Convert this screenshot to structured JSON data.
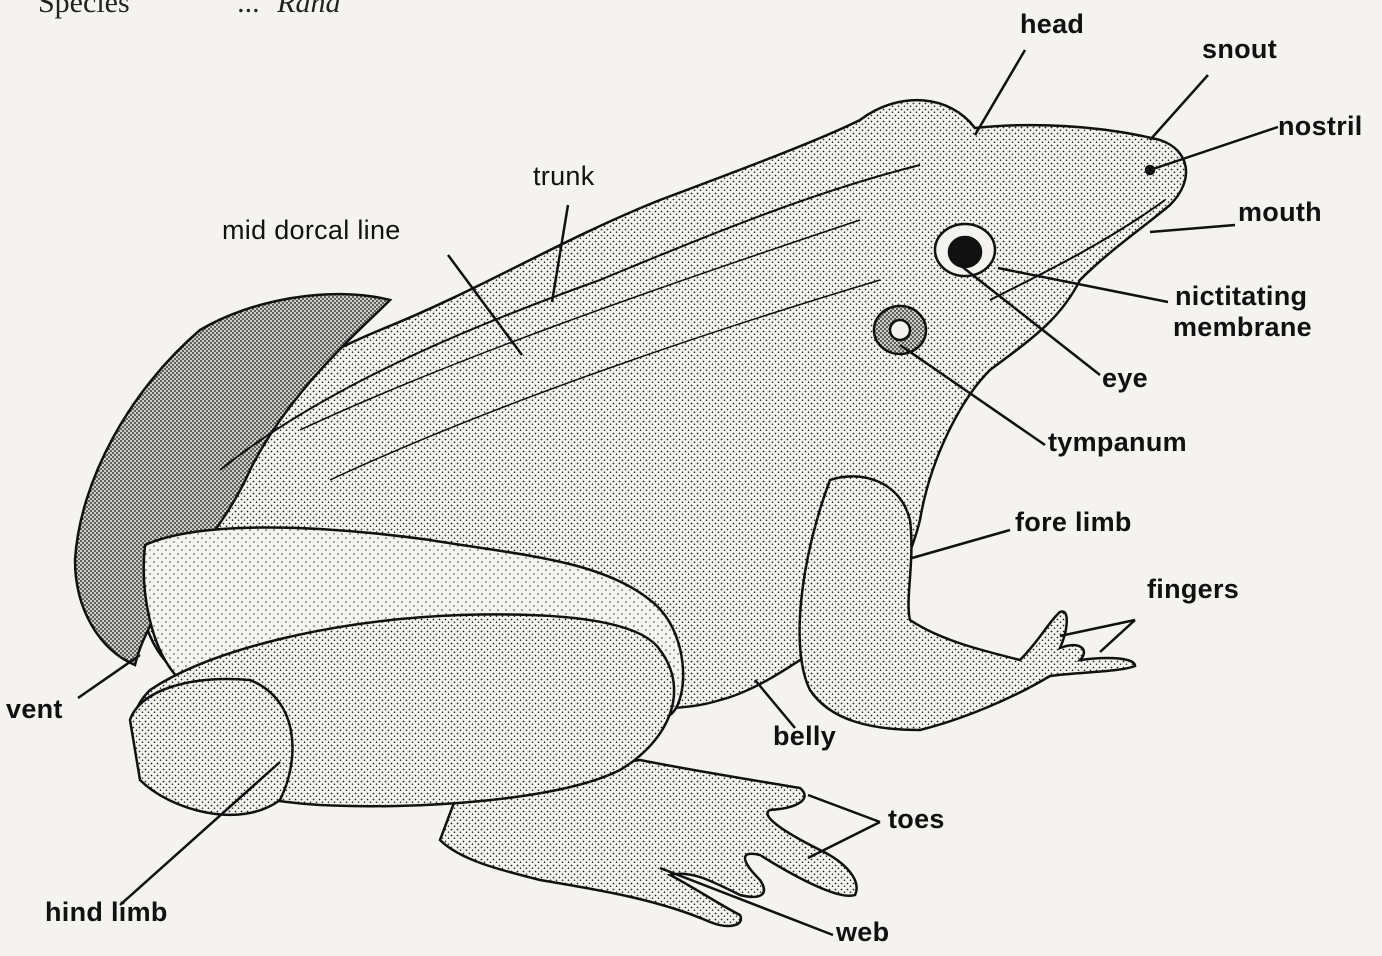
{
  "header": {
    "word": "Species",
    "dots": "...",
    "partial": "Rana"
  },
  "labels": {
    "head": "head",
    "snout": "snout",
    "nostril": "nostril",
    "mouth": "mouth",
    "nictitating_1": "nictitating",
    "nictitating_2": "membrane",
    "eye": "eye",
    "tympanum": "tympanum",
    "fore_limb": "fore limb",
    "fingers": "fingers",
    "trunk": "trunk",
    "mid_dorsal_line": "mid dorcal line",
    "vent": "vent",
    "belly": "belly",
    "toes": "toes",
    "web": "web",
    "hind_limb": "hind limb"
  },
  "colors": {
    "background": "#f4f3f0",
    "ink": "#111111"
  }
}
